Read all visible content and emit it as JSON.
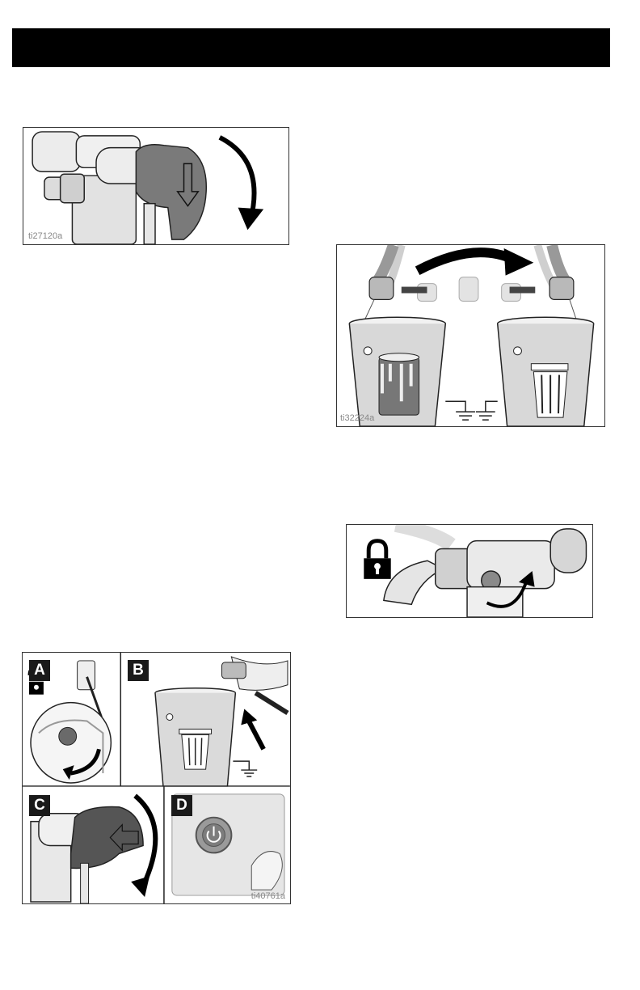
{
  "figures": {
    "valve": {
      "id": "ti27120a"
    },
    "flush": {
      "id": "ti32224a"
    },
    "trigger_lock": {
      "id": ""
    },
    "procedure": {
      "id": "ti40761a",
      "panels": [
        "A",
        "B",
        "C",
        "D"
      ]
    }
  },
  "icons": [
    "clockwise-arrow-icon",
    "lock-icon",
    "ground-icon",
    "trash-can-icon",
    "power-icon",
    "paint-can-icon"
  ]
}
